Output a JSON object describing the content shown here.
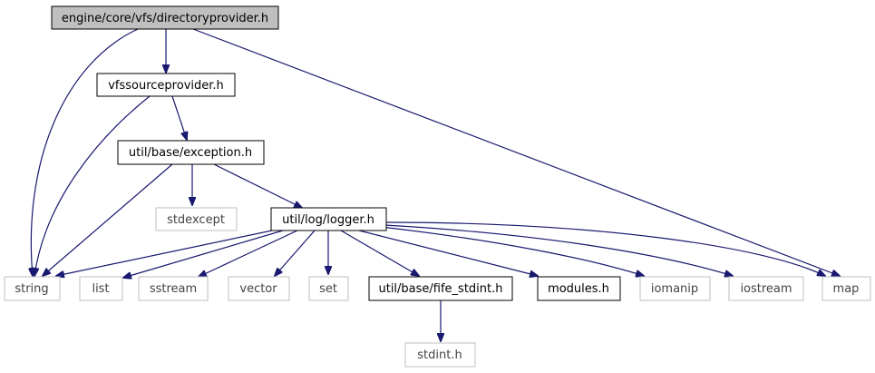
{
  "graph": {
    "nodes": [
      {
        "id": "directoryprovider",
        "label": "engine/core/vfs/directoryprovider.h",
        "style": "root"
      },
      {
        "id": "vfssourceprovider",
        "label": "vfssourceprovider.h",
        "style": "file"
      },
      {
        "id": "exception",
        "label": "util/base/exception.h",
        "style": "file"
      },
      {
        "id": "stdexcept",
        "label": "stdexcept",
        "style": "external"
      },
      {
        "id": "logger",
        "label": "util/log/logger.h",
        "style": "file"
      },
      {
        "id": "string",
        "label": "string",
        "style": "external"
      },
      {
        "id": "list",
        "label": "list",
        "style": "external"
      },
      {
        "id": "sstream",
        "label": "sstream",
        "style": "external"
      },
      {
        "id": "vector",
        "label": "vector",
        "style": "external"
      },
      {
        "id": "set",
        "label": "set",
        "style": "external"
      },
      {
        "id": "fife_stdint",
        "label": "util/base/fife_stdint.h",
        "style": "file"
      },
      {
        "id": "modules",
        "label": "modules.h",
        "style": "file"
      },
      {
        "id": "iomanip",
        "label": "iomanip",
        "style": "external"
      },
      {
        "id": "iostream",
        "label": "iostream",
        "style": "external"
      },
      {
        "id": "map",
        "label": "map",
        "style": "external"
      },
      {
        "id": "stdint",
        "label": "stdint.h",
        "style": "external"
      }
    ],
    "edges": [
      {
        "from": "directoryprovider",
        "to": "vfssourceprovider"
      },
      {
        "from": "directoryprovider",
        "to": "string"
      },
      {
        "from": "directoryprovider",
        "to": "map"
      },
      {
        "from": "vfssourceprovider",
        "to": "exception"
      },
      {
        "from": "vfssourceprovider",
        "to": "string"
      },
      {
        "from": "exception",
        "to": "stdexcept"
      },
      {
        "from": "exception",
        "to": "logger"
      },
      {
        "from": "exception",
        "to": "string"
      },
      {
        "from": "logger",
        "to": "string"
      },
      {
        "from": "logger",
        "to": "list"
      },
      {
        "from": "logger",
        "to": "sstream"
      },
      {
        "from": "logger",
        "to": "vector"
      },
      {
        "from": "logger",
        "to": "set"
      },
      {
        "from": "logger",
        "to": "fife_stdint"
      },
      {
        "from": "logger",
        "to": "modules"
      },
      {
        "from": "logger",
        "to": "iomanip"
      },
      {
        "from": "logger",
        "to": "iostream"
      },
      {
        "from": "logger",
        "to": "map"
      },
      {
        "from": "fife_stdint",
        "to": "stdint"
      }
    ],
    "colors": {
      "edge": "#191970",
      "root_fill": "#bfbfbf",
      "file_border": "#000000",
      "external_border": "#bfbfbf",
      "external_text": "#444444"
    }
  }
}
